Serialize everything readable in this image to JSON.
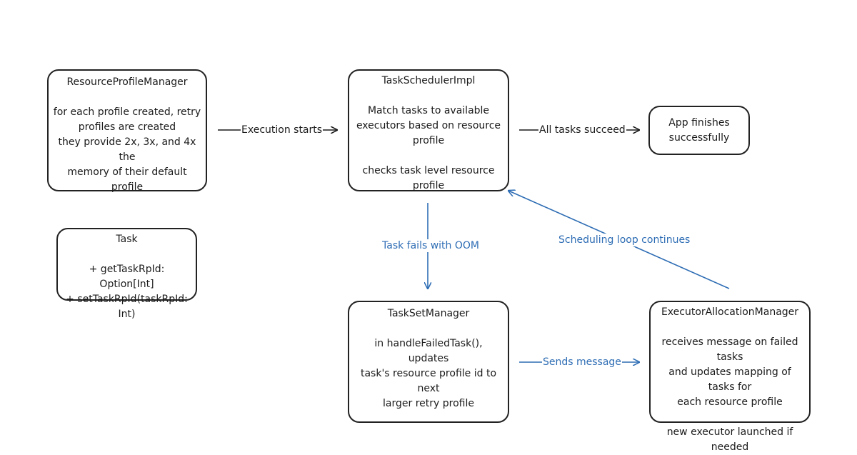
{
  "colors": {
    "stroke": "#222222",
    "flow_black": "#1a1a1a",
    "flow_blue": "#2e6db4"
  },
  "nodes": {
    "resource_profile_manager": {
      "title": "ResourceProfileManager",
      "lines": [
        "for each profile created, retry",
        "profiles are created",
        "they provide 2x, 3x, and 4x the",
        "memory of their default profile"
      ]
    },
    "task": {
      "title": "Task",
      "lines": [
        "+ getTaskRpId: Option[Int]",
        "+ setTaskRpId(taskRpId: Int)"
      ]
    },
    "task_scheduler_impl": {
      "title": "TaskSchedulerImpl",
      "lines": [
        "Match tasks to available",
        "executors based on resource",
        "profile",
        "",
        "checks task level resource profile"
      ]
    },
    "app_finishes": {
      "lines": [
        "App finishes",
        "successfully"
      ]
    },
    "task_set_manager": {
      "title": "TaskSetManager",
      "lines": [
        "in handleFailedTask(), updates",
        "task's resource profile id to next",
        "larger retry profile"
      ]
    },
    "executor_allocation_manager": {
      "title": "ExecutorAllocationManager",
      "lines": [
        "receives message on failed tasks",
        "and updates mapping of tasks for",
        "each resource profile",
        "",
        "new executor launched if needed"
      ]
    }
  },
  "edges": {
    "execution_starts": "Execution starts",
    "all_tasks_succeed": "All tasks succeed",
    "task_fails_oom": "Task fails with OOM",
    "sends_message": "Sends message",
    "scheduling_loop": "Scheduling loop continues"
  }
}
